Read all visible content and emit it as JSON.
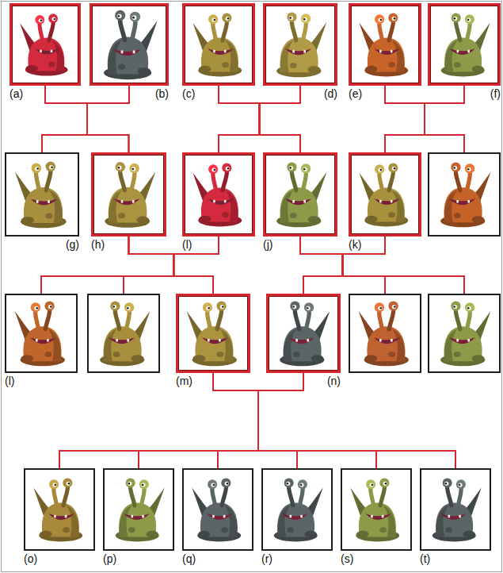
{
  "diagram": {
    "nodes": [
      {
        "text": [
          "(a)"
        ]
      },
      {
        "text": [
          "(b)"
        ]
      },
      {
        "text": [
          "(c)"
        ]
      },
      {
        "text": [
          "(d)"
        ]
      },
      {
        "text": [
          "(e)"
        ]
      },
      {
        "text": [
          "(f)"
        ]
      },
      {
        "text": [
          "(g)"
        ]
      },
      {
        "text": [
          "(h)"
        ]
      },
      {
        "text": [
          "(l)"
        ]
      },
      {
        "text": [
          "(j)"
        ]
      },
      {
        "text": [
          "(k)"
        ]
      },
      {
        "text": []
      },
      {
        "text": [
          "(l)"
        ]
      },
      {
        "text": []
      },
      {
        "text": [
          "(m)"
        ]
      },
      {
        "text": [
          "(n)"
        ]
      },
      {
        "text": []
      },
      {
        "text": []
      },
      {
        "text": [
          "(o)"
        ]
      },
      {
        "text": [
          "(p)"
        ]
      },
      {
        "text": [
          "(q)"
        ]
      },
      {
        "text": [
          "(r)"
        ]
      },
      {
        "text": [
          "(s)"
        ]
      },
      {
        "text": [
          "(t)"
        ]
      }
    ],
    "edges": [
      {
        "from": 0,
        "to": 6,
        "arrow": "none"
      },
      {
        "from": 0,
        "to": 7,
        "arrow": "none"
      },
      {
        "from": 1,
        "to": 6,
        "arrow": "none"
      },
      {
        "from": 1,
        "to": 7,
        "arrow": "none"
      },
      {
        "from": 2,
        "to": 8,
        "arrow": "none"
      },
      {
        "from": 2,
        "to": 9,
        "arrow": "none"
      },
      {
        "from": 3,
        "to": 8,
        "arrow": "none"
      },
      {
        "from": 3,
        "to": 9,
        "arrow": "none"
      },
      {
        "from": 4,
        "to": 10,
        "arrow": "none"
      },
      {
        "from": 4,
        "to": 11,
        "arrow": "none"
      },
      {
        "from": 5,
        "to": 10,
        "arrow": "none"
      },
      {
        "from": 5,
        "to": 11,
        "arrow": "none"
      },
      {
        "from": 7,
        "to": 12,
        "arrow": "none"
      },
      {
        "from": 7,
        "to": 13,
        "arrow": "none"
      },
      {
        "from": 7,
        "to": 14,
        "arrow": "none"
      },
      {
        "from": 8,
        "to": 12,
        "arrow": "none"
      },
      {
        "from": 8,
        "to": 13,
        "arrow": "none"
      },
      {
        "from": 8,
        "to": 14,
        "arrow": "none"
      },
      {
        "from": 9,
        "to": 15,
        "arrow": "none"
      },
      {
        "from": 9,
        "to": 16,
        "arrow": "none"
      },
      {
        "from": 9,
        "to": 17,
        "arrow": "none"
      },
      {
        "from": 10,
        "to": 15,
        "arrow": "none"
      },
      {
        "from": 10,
        "to": 16,
        "arrow": "none"
      },
      {
        "from": 10,
        "to": 17,
        "arrow": "none"
      },
      {
        "from": 14,
        "to": 18,
        "arrow": "none"
      },
      {
        "from": 14,
        "to": 19,
        "arrow": "none"
      },
      {
        "from": 14,
        "to": 20,
        "arrow": "none"
      },
      {
        "from": 14,
        "to": 21,
        "arrow": "none"
      },
      {
        "from": 14,
        "to": 22,
        "arrow": "none"
      },
      {
        "from": 14,
        "to": 23,
        "arrow": "none"
      },
      {
        "from": 15,
        "to": 18,
        "arrow": "none"
      },
      {
        "from": 15,
        "to": 19,
        "arrow": "none"
      },
      {
        "from": 15,
        "to": 20,
        "arrow": "none"
      },
      {
        "from": 15,
        "to": 21,
        "arrow": "none"
      },
      {
        "from": 15,
        "to": 22,
        "arrow": "none"
      },
      {
        "from": 15,
        "to": 23,
        "arrow": "none"
      }
    ]
  }
}
